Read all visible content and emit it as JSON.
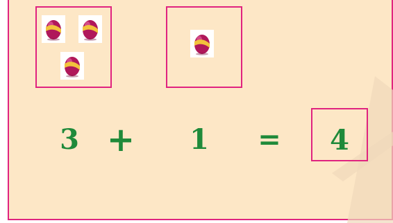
{
  "equation": {
    "left_operand": "3",
    "plus": "+",
    "right_operand": "1",
    "equals": "=",
    "result": "4"
  },
  "groups": {
    "left_egg_count": 3,
    "right_egg_count": 1
  },
  "colors": {
    "background": "#fde7c6",
    "border": "#e0237f",
    "number_text": "#1f8a3a",
    "watermark": "#e9d2b4"
  },
  "icons": [
    "egg-icon"
  ]
}
